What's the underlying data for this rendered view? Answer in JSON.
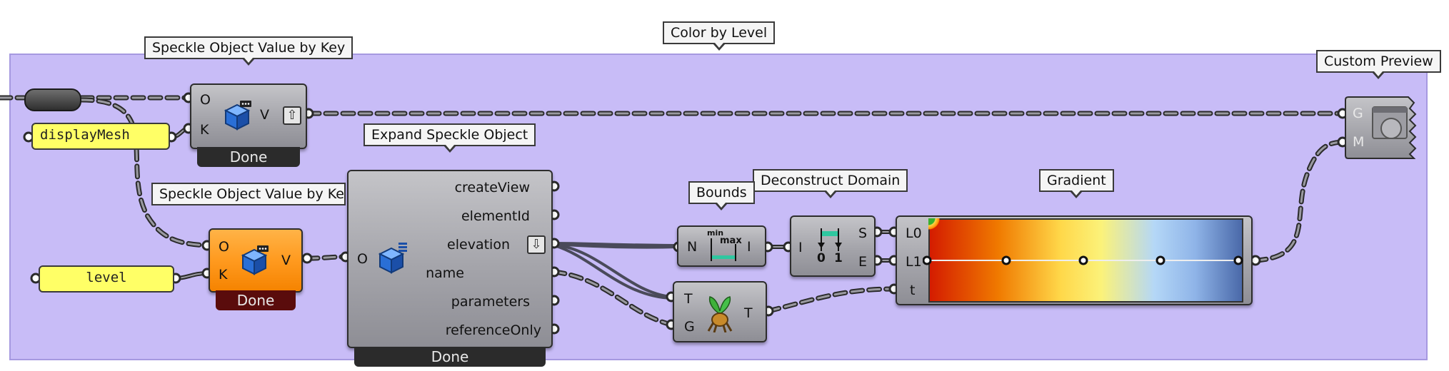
{
  "group": {
    "title": "Color by Level",
    "color": "#c8bcf7"
  },
  "tags": {
    "value_by_key_top": "Speckle Object Value by Key",
    "value_by_key_bottom": "Speckle Object Value by Key",
    "expand_speckle": "Expand Speckle Object",
    "bounds": "Bounds",
    "deconstruct_domain": "Deconstruct Domain",
    "gradient": "Gradient",
    "custom_preview": "Custom Preview"
  },
  "panels": {
    "display_mesh": "displayMesh",
    "level": "level"
  },
  "value_by_key_top": {
    "in_o": "O",
    "in_k": "K",
    "out_v": "V",
    "status": "Done"
  },
  "value_by_key_bottom": {
    "in_o": "O",
    "in_k": "K",
    "out_v": "V",
    "status": "Done"
  },
  "expand": {
    "in_o": "O",
    "outputs": [
      "createView",
      "elementId",
      "elevation",
      "name",
      "parameters",
      "referenceOnly"
    ],
    "status": "Done"
  },
  "bounds": {
    "in_n": "N",
    "out_i": "I",
    "icon_min": "min",
    "icon_max": "max"
  },
  "deconstruct": {
    "in_i": "I",
    "out_s": "S",
    "out_e": "E",
    "icon_zero": "0",
    "icon_one": "1"
  },
  "tree": {
    "in_t": "T",
    "in_g": "G",
    "out_t": "T"
  },
  "gradient": {
    "in_l0": "L0",
    "in_l1": "L1",
    "in_t": "t"
  },
  "preview": {
    "in_g": "G",
    "in_m": "M"
  },
  "colors": {
    "accent_orange": "#ff9a1f",
    "panel_yellow": "#ffff66",
    "status_dark": "#2b2b2b"
  }
}
